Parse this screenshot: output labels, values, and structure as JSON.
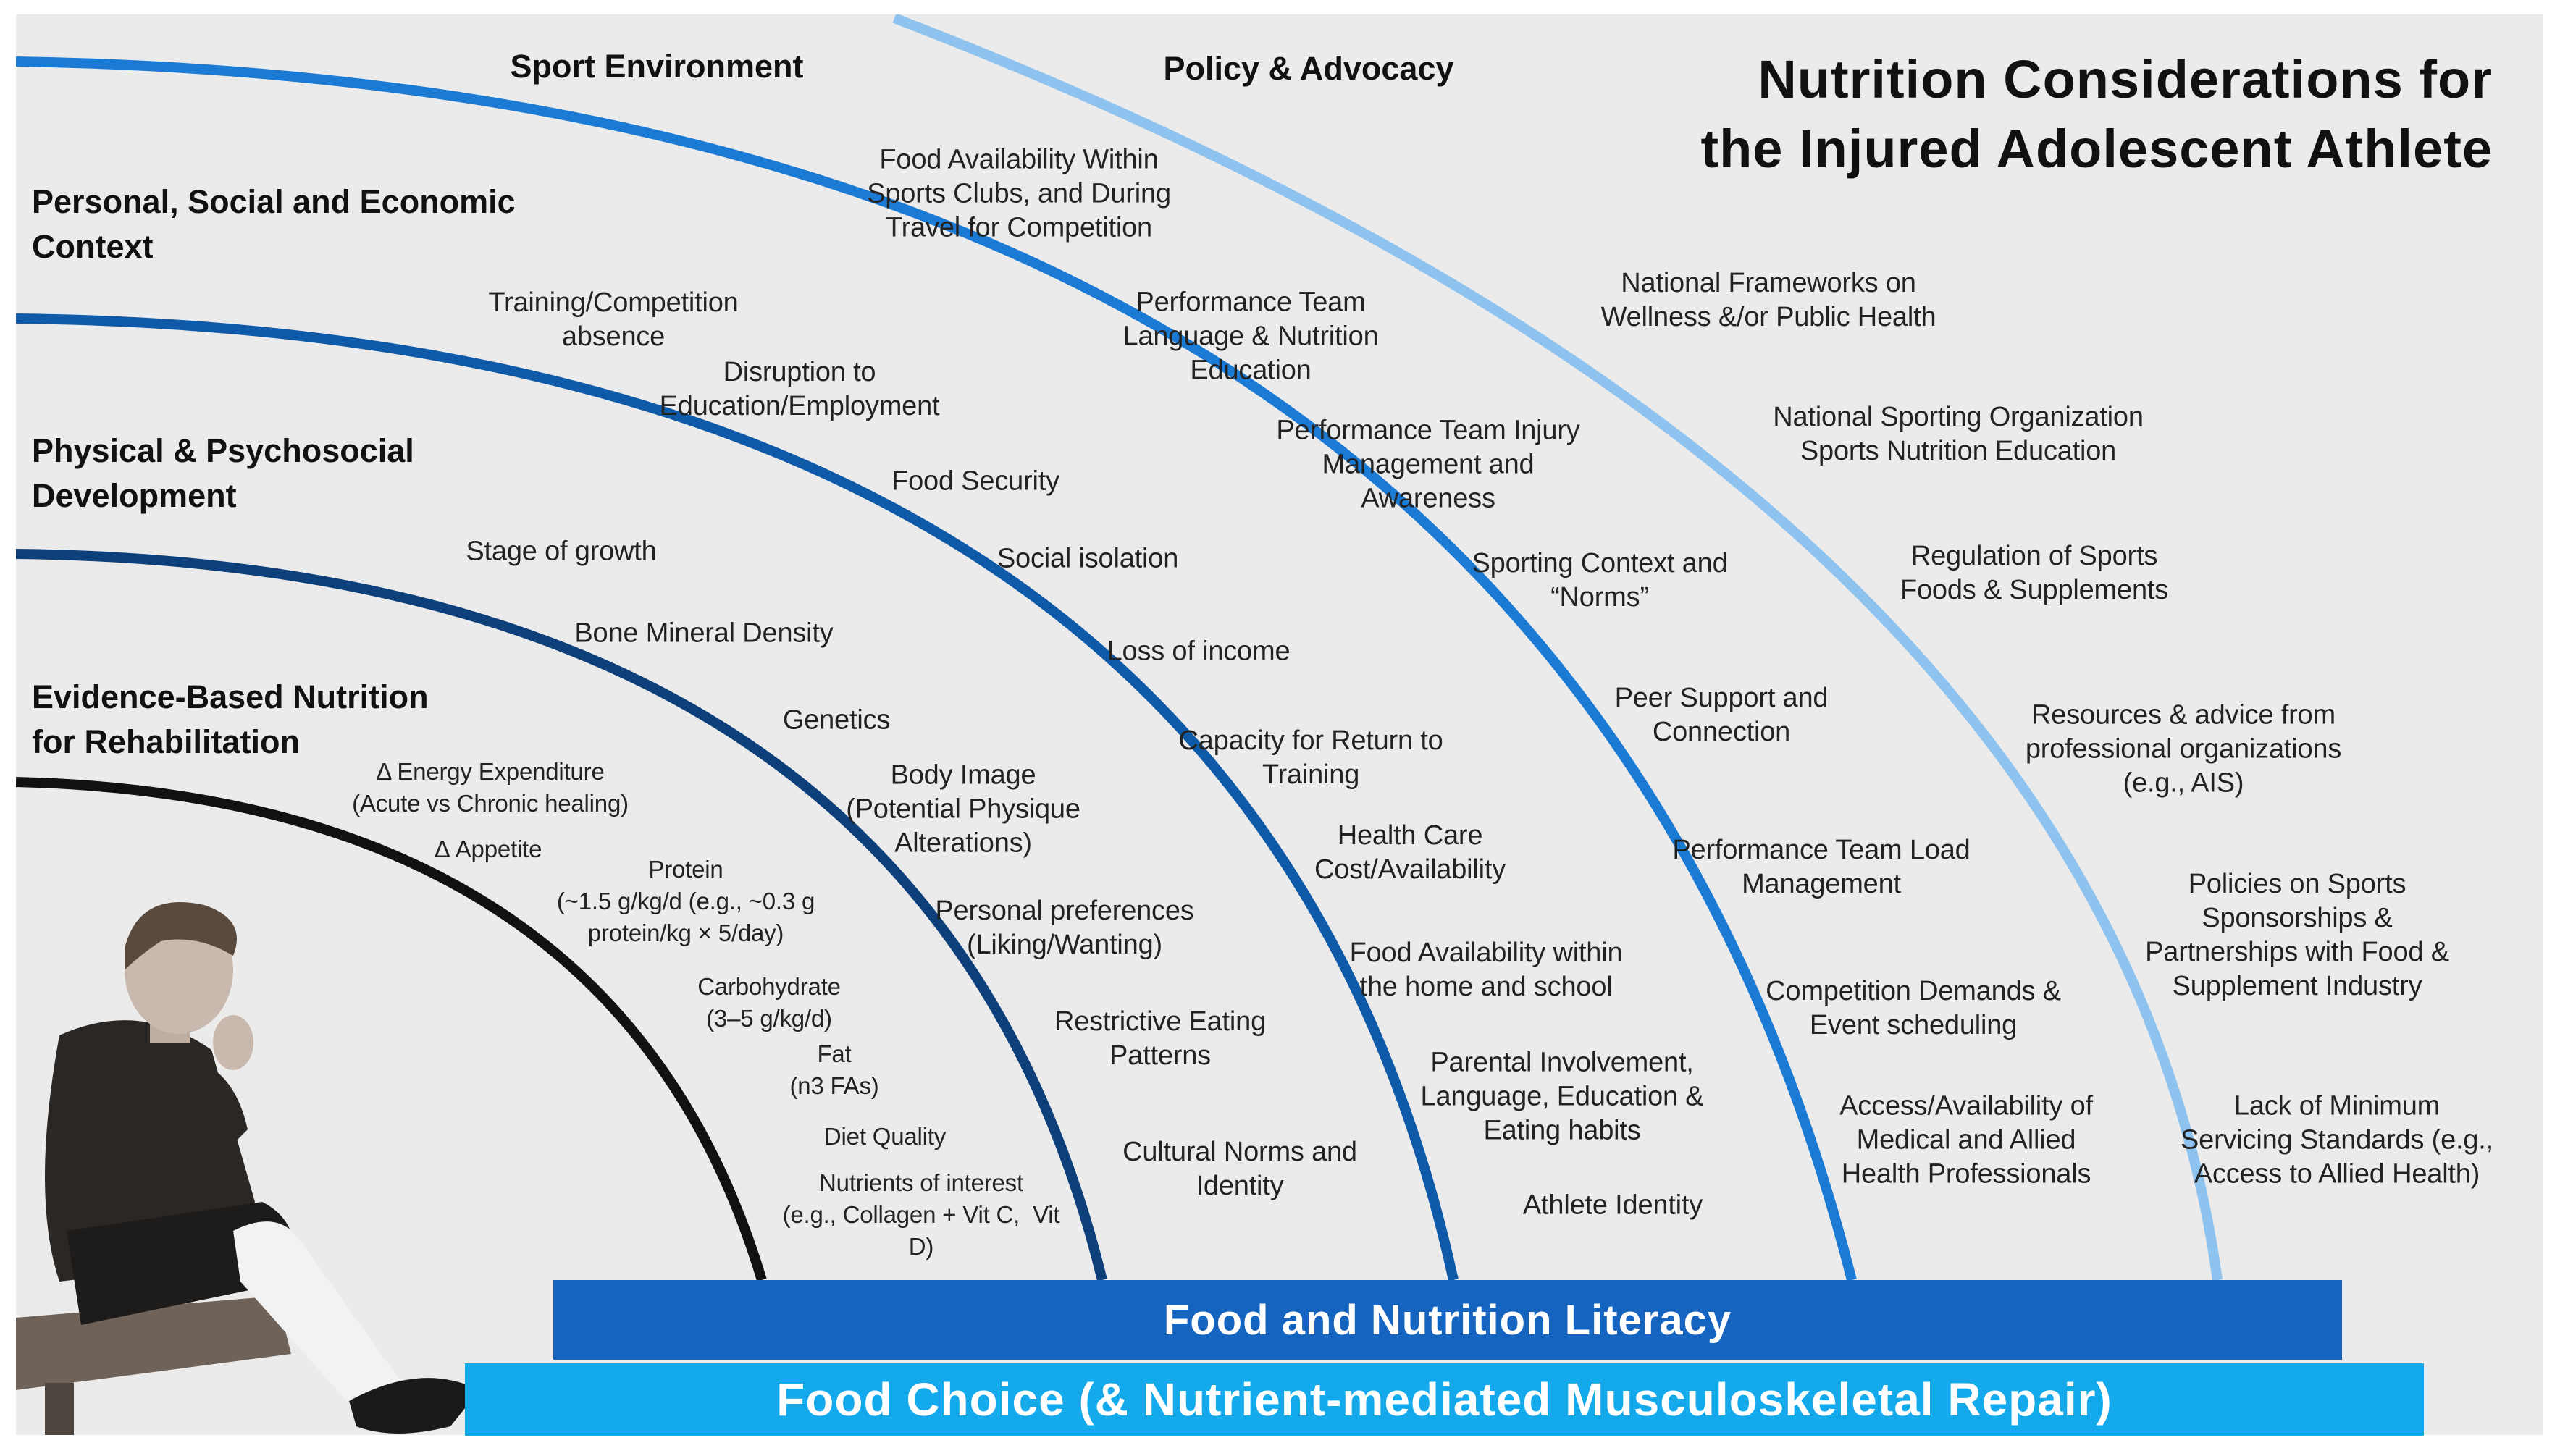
{
  "title": {
    "line1": "Nutrition Considerations for",
    "line2": "the Injured Adolescent Athlete"
  },
  "layers": {
    "evidence": "Evidence-Based Nutrition\nfor Rehabilitation",
    "physical": "Physical & Psychosocial\nDevelopment",
    "personal": "Personal, Social and Economic\nContext",
    "sport": "Sport Environment",
    "policy": "Policy & Advocacy"
  },
  "evidence_items": [
    "Δ Energy Expenditure\n(Acute vs Chronic healing)",
    "Δ Appetite",
    "Protein\n(~1.5 g/kg/d (e.g., ~0.3 g\nprotein/kg × 5/day)",
    "Carbohydrate\n(3–5 g/kg/d)",
    "Fat\n(n3 FAs)",
    "Diet Quality",
    "Nutrients of interest\n(e.g., Collagen + Vit C,  Vit\nD)"
  ],
  "physical_items": [
    "Stage of growth",
    "Bone Mineral Density",
    "Genetics",
    "Body Image\n(Potential Physique\nAlterations)",
    "Personal preferences\n(Liking/Wanting)",
    "Restrictive Eating\nPatterns",
    "Cultural Norms and\nIdentity"
  ],
  "personal_items": [
    "Training/Competition\nabsence",
    "Disruption to\nEducation/Employment",
    "Food Security",
    "Social isolation",
    "Loss of income",
    "Capacity for Return to\nTraining",
    "Health Care\nCost/Availability",
    "Food Availability within\nthe home and school",
    "Parental Involvement,\nLanguage, Education &\nEating habits",
    "Athlete Identity"
  ],
  "sport_items": [
    "Food Availability Within\nSports Clubs, and During\nTravel for Competition",
    "Performance Team\nLanguage & Nutrition\nEducation",
    "Performance Team Injury\nManagement and\nAwareness",
    "Sporting Context and\n“Norms”",
    "Peer Support and\nConnection",
    "Performance Team Load\nManagement",
    "Competition Demands &\nEvent scheduling",
    "Access/Availability of\nMedical and Allied\nHealth Professionals"
  ],
  "policy_items": [
    "National Frameworks on\nWellness &/or Public Health",
    "National Sporting Organization\nSports Nutrition Education",
    "Regulation of Sports\nFoods & Supplements",
    "Resources & advice from\nprofessional organizations\n(e.g., AIS)",
    "Policies on Sports\nSponsorships &\nPartnerships with Food &\nSupplement Industry",
    "Lack of Minimum\nServicing Standards (e.g.,\nAccess to Allied Health)"
  ],
  "bars": {
    "literacy": "Food and Nutrition Literacy",
    "choice": "Food Choice (& Nutrient-mediated Musculoskeletal Repair)"
  },
  "colors": {
    "arc_evidence": "#111111",
    "arc_physical": "#0d3f7a",
    "arc_personal": "#0f5aa8",
    "arc_sport": "#1a7ad4",
    "arc_policy": "#8ec3ef",
    "bar_literacy": "#1565c0",
    "bar_choice": "#13a9ea"
  },
  "icons": [
    "athlete-illustration"
  ]
}
